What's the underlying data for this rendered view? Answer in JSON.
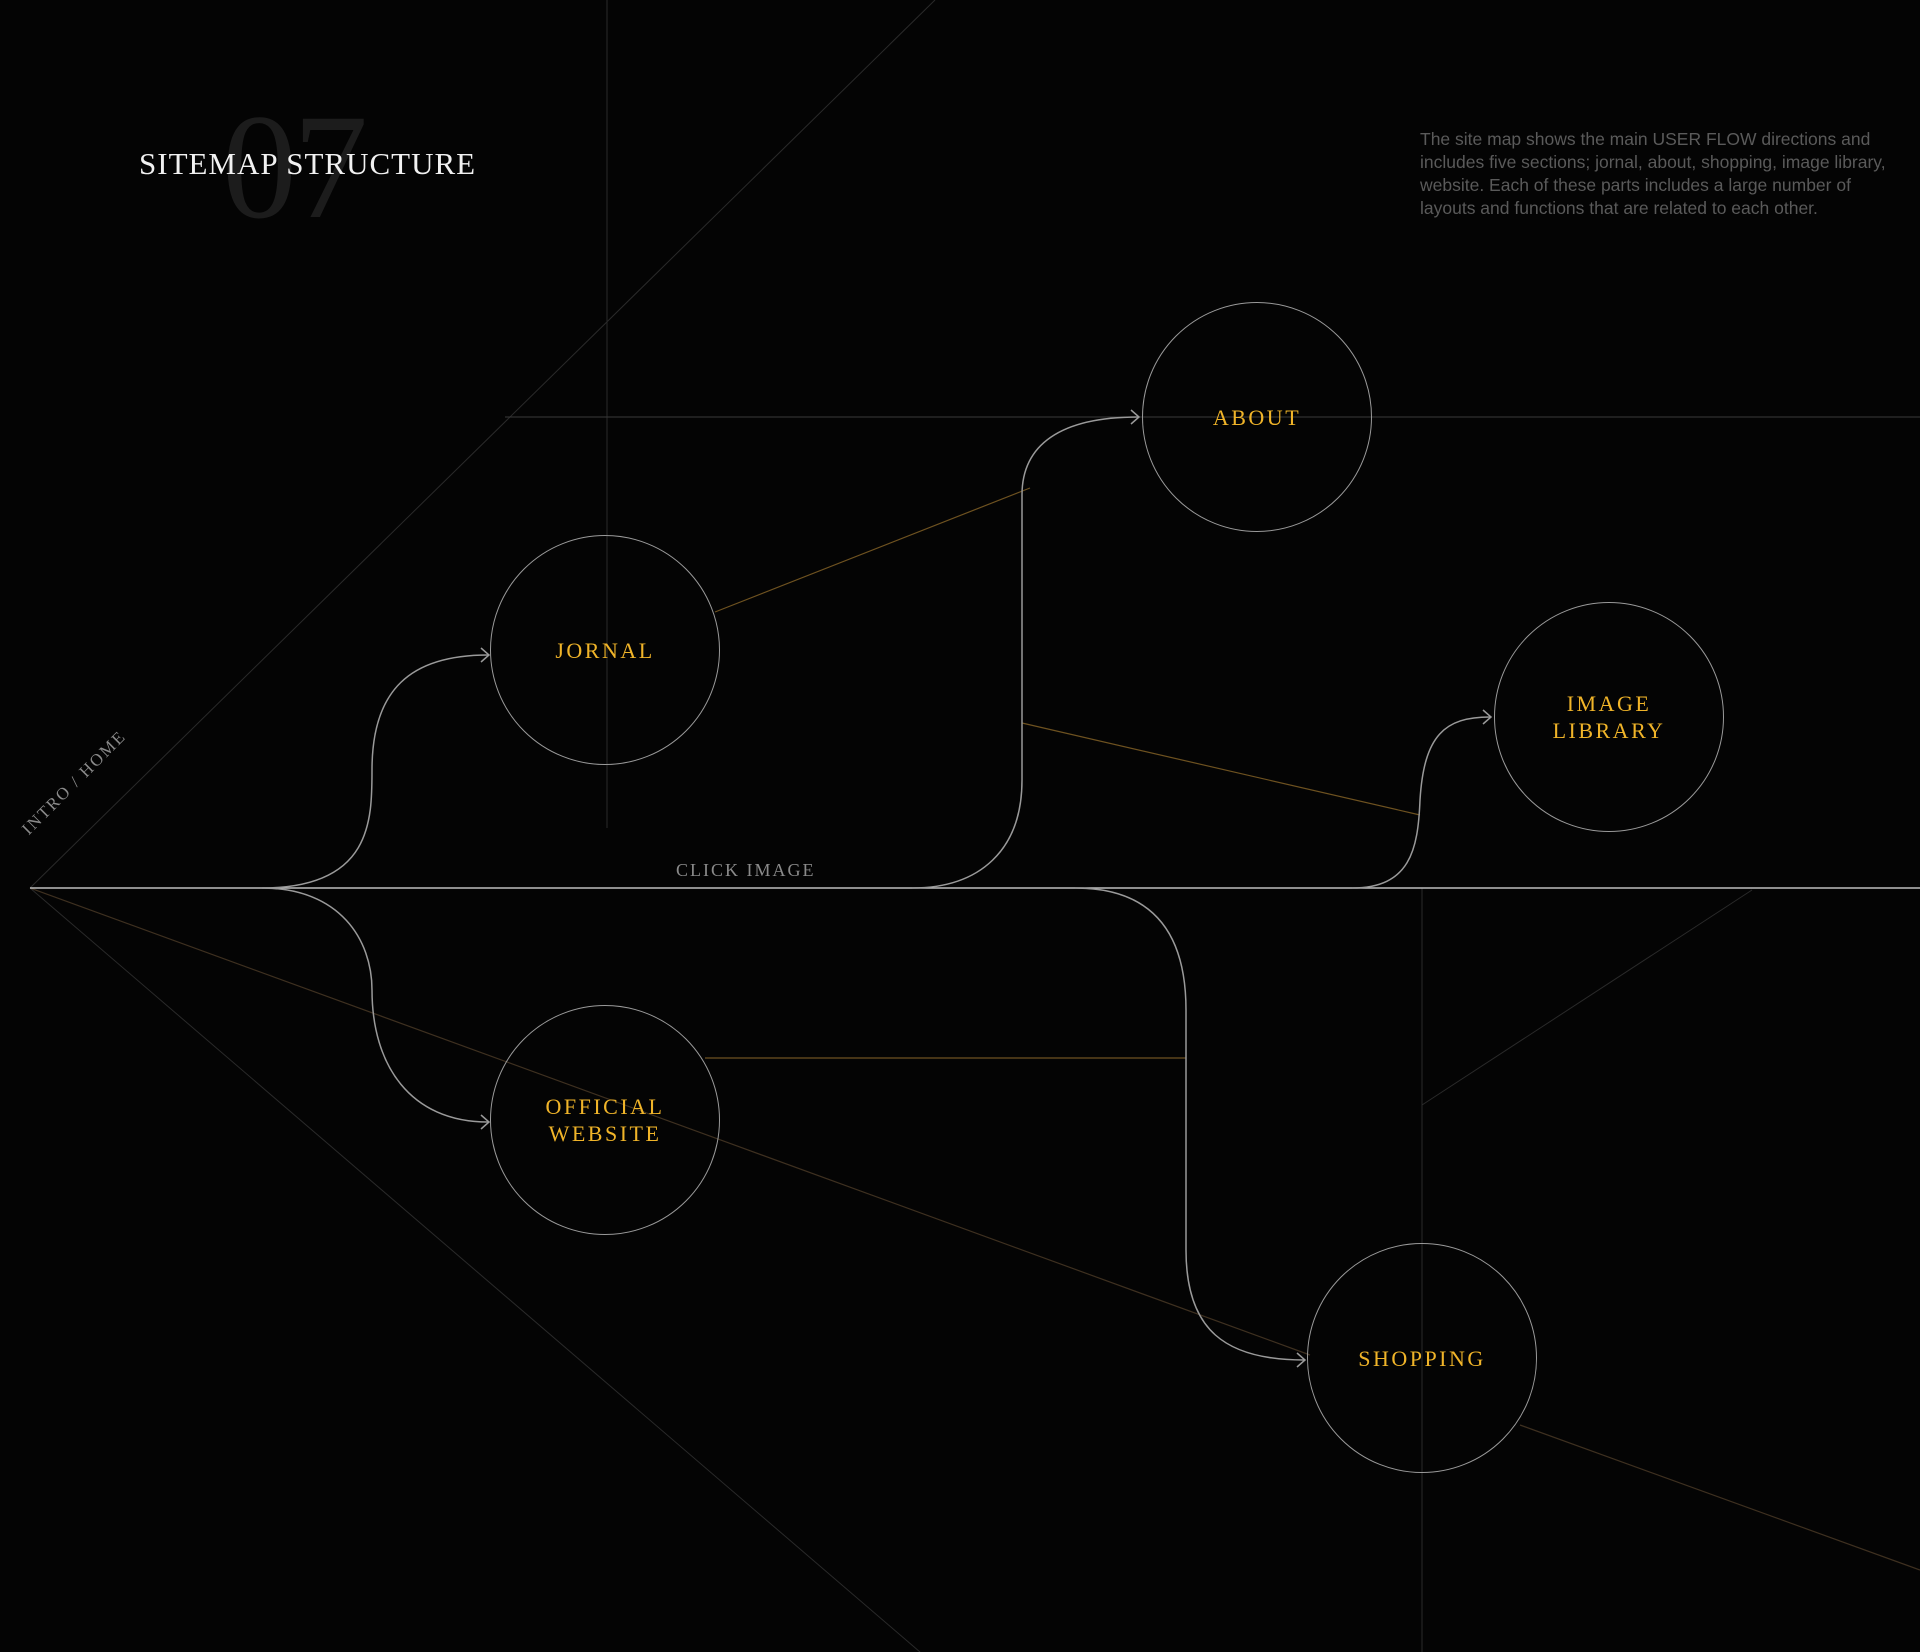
{
  "header": {
    "section_number": "07",
    "title": "SITEMAP STRUCTURE",
    "description": "The site map shows the main USER FLOW directions and includes five sections; jornal, about, shopping, image library, website. Each of these parts includes a large number of layouts and functions that are related to each other."
  },
  "diagram": {
    "entry_label": "INTRO / HOME",
    "flow_label": "CLICK IMAGE",
    "nodes": {
      "jornal": "JORNAL",
      "about": "ABOUT",
      "image_library": "IMAGE\nLIBRARY",
      "official_website": "OFFICIAL\nWEBSITE",
      "shopping": "SHOPPING"
    }
  },
  "colors": {
    "background": "#040404",
    "node_label": "#f0b429",
    "flow_line": "#9a9a9a",
    "accent_line": "#7a5a1e",
    "guide_line": "#2a2a2a"
  }
}
